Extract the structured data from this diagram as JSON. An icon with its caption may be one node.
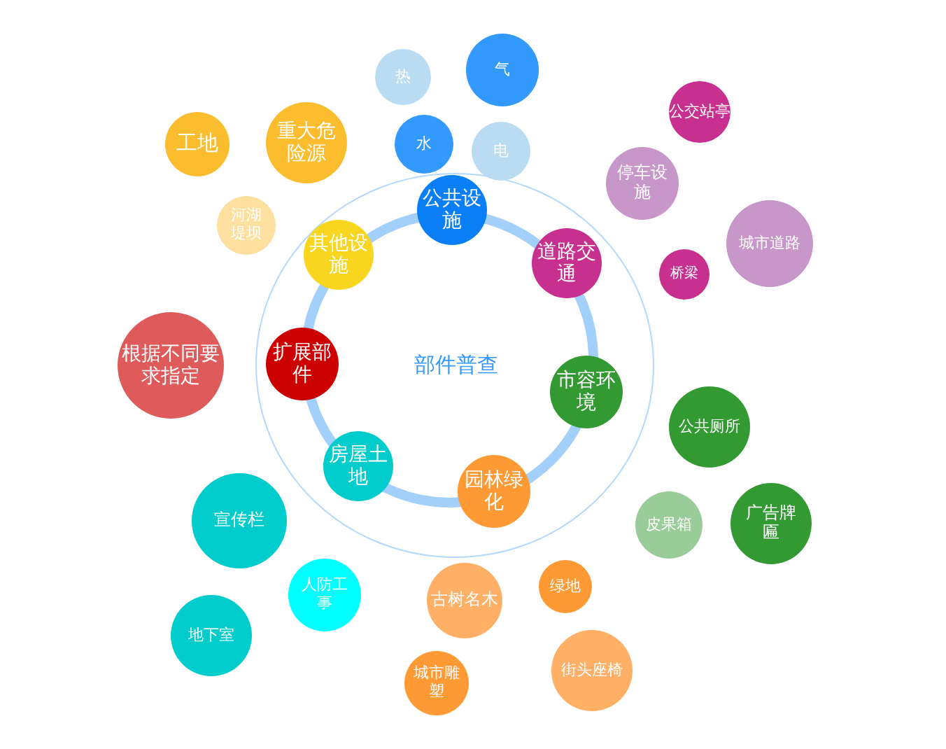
{
  "diagram": {
    "nodes": [
      {
        "text": [
          "热"
        ]
      },
      {
        "text": [
          "气"
        ]
      },
      {
        "text": [
          "公交站亭"
        ]
      },
      {
        "text": [
          "工地"
        ]
      },
      {
        "text": [
          "重大危险源"
        ]
      },
      {
        "text": [
          "水"
        ]
      },
      {
        "text": [
          "电"
        ]
      },
      {
        "text": [
          "停车设施"
        ]
      },
      {
        "text": [
          "公共设施"
        ]
      },
      {
        "text": [
          "河湖堤坝"
        ]
      },
      {
        "text": [
          "城市道路"
        ]
      },
      {
        "text": [
          "其他设施"
        ]
      },
      {
        "text": [
          "道路交通"
        ]
      },
      {
        "text": [
          "桥梁"
        ]
      },
      {
        "text": [
          "根据不同要求指定"
        ]
      },
      {
        "text": [
          "扩展部件"
        ]
      },
      {
        "text": [
          "市容环境"
        ]
      },
      {
        "text": [
          "公共厕所"
        ]
      },
      {
        "text": [
          "房屋土地"
        ]
      },
      {
        "text": [
          "园林绿化"
        ]
      },
      {
        "text": [
          "宣传栏"
        ]
      },
      {
        "text": [
          "皮果箱"
        ]
      },
      {
        "text": [
          "广告牌匾"
        ]
      },
      {
        "text": [
          "人防工事"
        ]
      },
      {
        "text": [
          "绿地"
        ]
      },
      {
        "text": [
          "古树名木"
        ]
      },
      {
        "text": [
          "地下室"
        ]
      },
      {
        "text": [
          "街头座椅"
        ]
      },
      {
        "text": [
          "城市雕塑"
        ]
      }
    ],
    "labels": [
      "部件普查"
    ]
  }
}
